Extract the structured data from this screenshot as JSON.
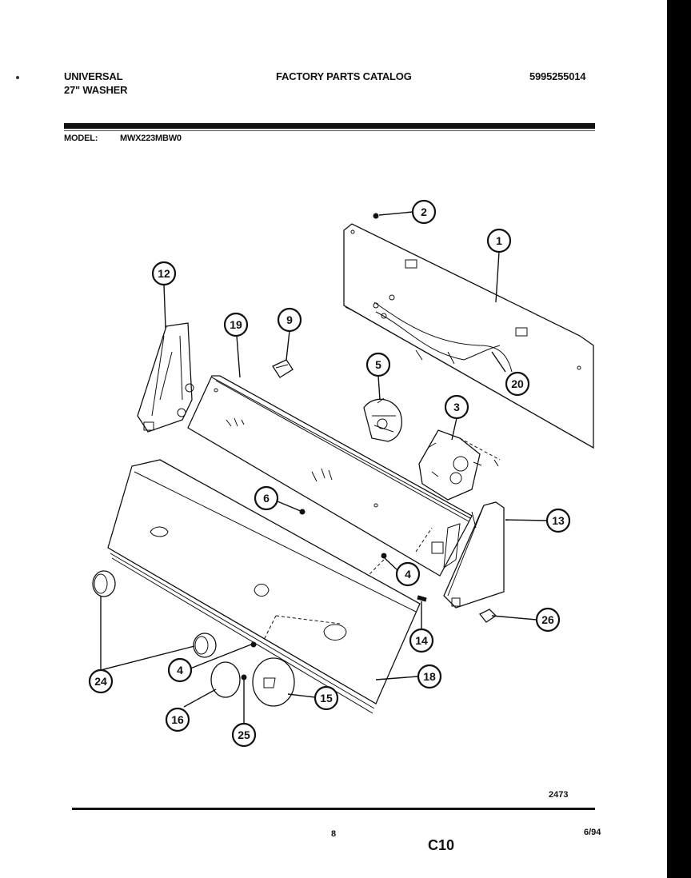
{
  "header": {
    "brand": "UNIVERSAL",
    "product": "27\" WASHER",
    "catalog_title": "FACTORY PARTS CATALOG",
    "doc_number": "5995255014",
    "model_label": "MODEL:",
    "model_value": "MWX223MBW0"
  },
  "callouts": [
    "2",
    "1",
    "12",
    "19",
    "9",
    "5",
    "20",
    "3",
    "6",
    "13",
    "4",
    "24",
    "14",
    "26",
    "4",
    "18",
    "16",
    "25",
    "15"
  ],
  "footer": {
    "diagram_code": "2473",
    "page_number": "8",
    "section_code": "C10",
    "print_date": "6/94"
  }
}
